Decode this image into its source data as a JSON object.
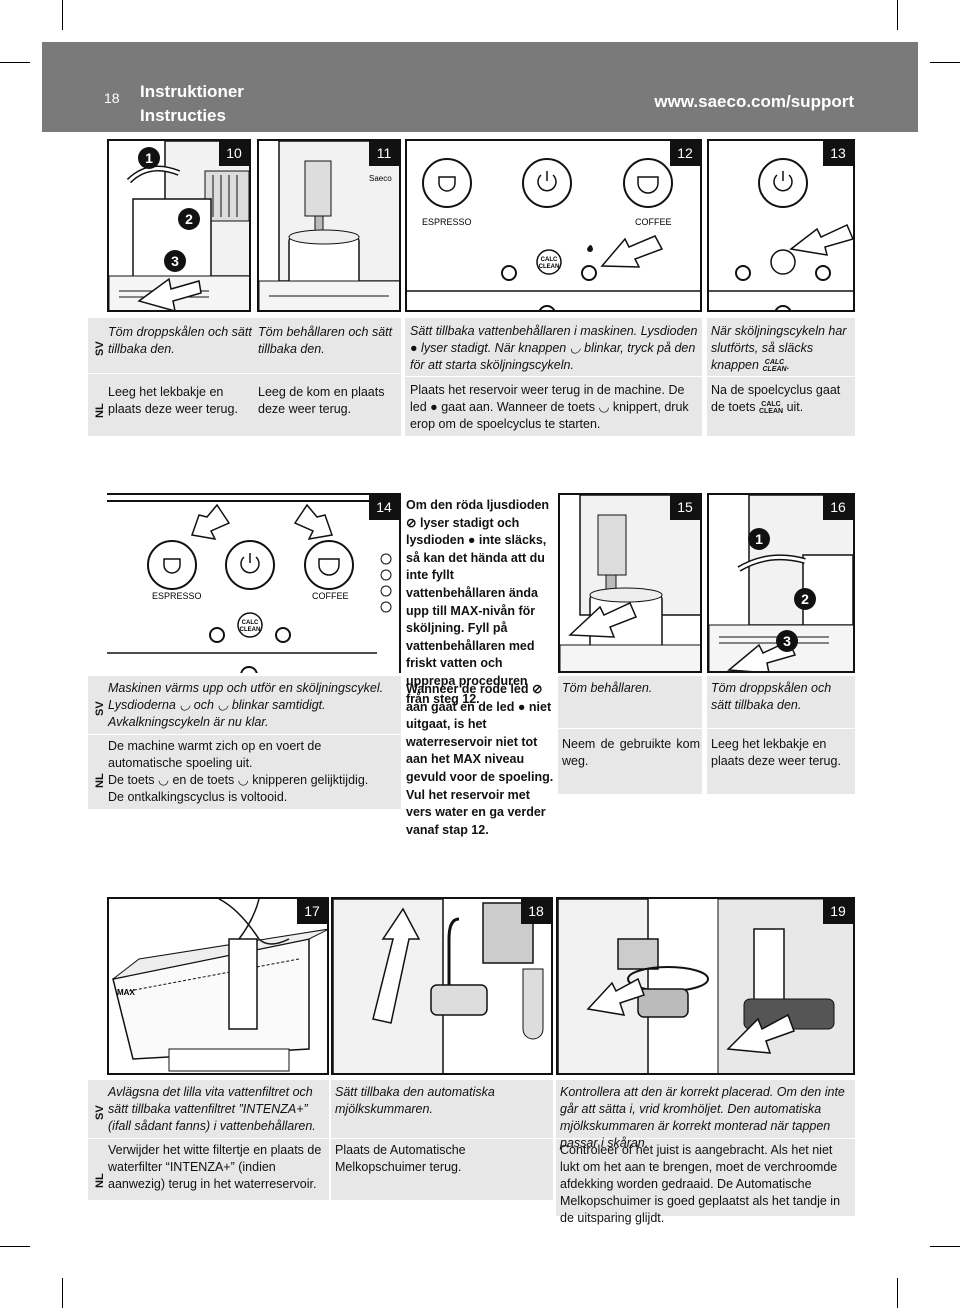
{
  "header": {
    "page_number": "18",
    "title_sv": "Instruktioner",
    "title_nl": "Instructies",
    "url": "www.saeco.com/support"
  },
  "labels": {
    "sv": "SV",
    "nl": "NL",
    "espresso": "ESPRESSO",
    "coffee": "COFFEE",
    "calc": "CALC",
    "clean": "CLEAN",
    "brand": "Saeco",
    "max": "MAX",
    "callout_1": "1",
    "callout_2": "2",
    "callout_3": "3"
  },
  "steps": {
    "s10": {
      "num": "10",
      "sv": "Töm droppskålen och sätt tillbaka den.",
      "nl": "Leeg het lekbakje en plaats deze weer terug."
    },
    "s11": {
      "num": "11",
      "sv": "Töm behållaren och sätt tillbaka den.",
      "nl": "Leeg de kom en plaats deze weer terug."
    },
    "s12": {
      "num": "12",
      "sv_a": "Sätt tillbaka vattenbehållaren i maskinen. Lysdioden",
      "sv_b": "lyser stadigt. När knappen",
      "sv_c": "blinkar, tryck på den för att starta sköljningscykeln.",
      "nl_a": "Plaats het reservoir weer terug in de machine. De led",
      "nl_b": "gaat aan. Wanneer de toets",
      "nl_c": "knippert, druk erop om de spoelcyclus te starten."
    },
    "s13": {
      "num": "13",
      "sv_a": "När sköljningscykeln har slutförts, så släcks knappen",
      "sv_b": ".",
      "nl_a": "Na de spoelcyclus gaat de toets",
      "nl_b": "uit."
    },
    "s14": {
      "num": "14",
      "sv_1": "Maskinen värms upp och utför en sköljningscykel.",
      "sv_2a": "Lysdioderna",
      "sv_2b": "och",
      "sv_2c": "blinkar samtidigt.",
      "sv_3": "Avkalkningscykeln är nu klar.",
      "nl_1": "De machine warmt zich op en voert de automatische spoeling uit.",
      "nl_2a": "De toets",
      "nl_2b": "en de toets",
      "nl_2c": "knipperen gelijktijdig.",
      "nl_3": "De ontkalkingscyclus is voltooid."
    },
    "warning": {
      "sv_a": "Om den röda ljusdioden",
      "sv_b": "lyser stadigt och lysdioden",
      "sv_c": "inte släcks, så kan det hända att du inte fyllt vattenbehållaren ända upp till MAX-nivån för sköljning. Fyll på vattenbehållaren med friskt vatten och upprepa proceduren från steg 12.",
      "nl_a": "Wanneer de rode led",
      "nl_b": "aan gaat en de led",
      "nl_c": "niet uitgaat, is het waterreservoir niet tot aan het MAX niveau gevuld voor de spoeling. Vul het reservoir met vers water en ga verder vanaf stap 12."
    },
    "s15": {
      "num": "15",
      "sv": "Töm behållaren.",
      "nl": "Neem de gebruikte kom weg."
    },
    "s16": {
      "num": "16",
      "sv": "Töm droppskålen och sätt tillbaka den.",
      "nl": "Leeg het lekbakje en plaats deze weer terug."
    },
    "s17": {
      "num": "17",
      "sv": "Avlägsna det lilla vita vattenfiltret och sätt tillbaka vattenfiltret ”INTENZA+” (ifall sådant fanns) i vattenbehållaren.",
      "nl": "Verwijder het witte filtertje en plaats de waterfilter “INTENZA+” (indien aanwezig) terug in het waterreservoir."
    },
    "s18": {
      "num": "18",
      "sv": "Sätt tillbaka den automatiska mjölkskummaren.",
      "nl": "Plaats de Automatische Melkopschuimer terug."
    },
    "s19": {
      "num": "19",
      "sv": "Kontrollera att den är korrekt placerad. Om den inte går att sätta i, vrid kromhöljet. Den automatiska mjölkskummaren är korrekt monterad när tappen passar i skåran.",
      "nl": "Controleer of het juist is aangebracht. Als het niet lukt om het aan te brengen, moet de verchroomde afdekking worden gedraaid. De Automatische Melkopschuimer is goed geplaatst als het tandje in de uitsparing glijdt."
    }
  }
}
